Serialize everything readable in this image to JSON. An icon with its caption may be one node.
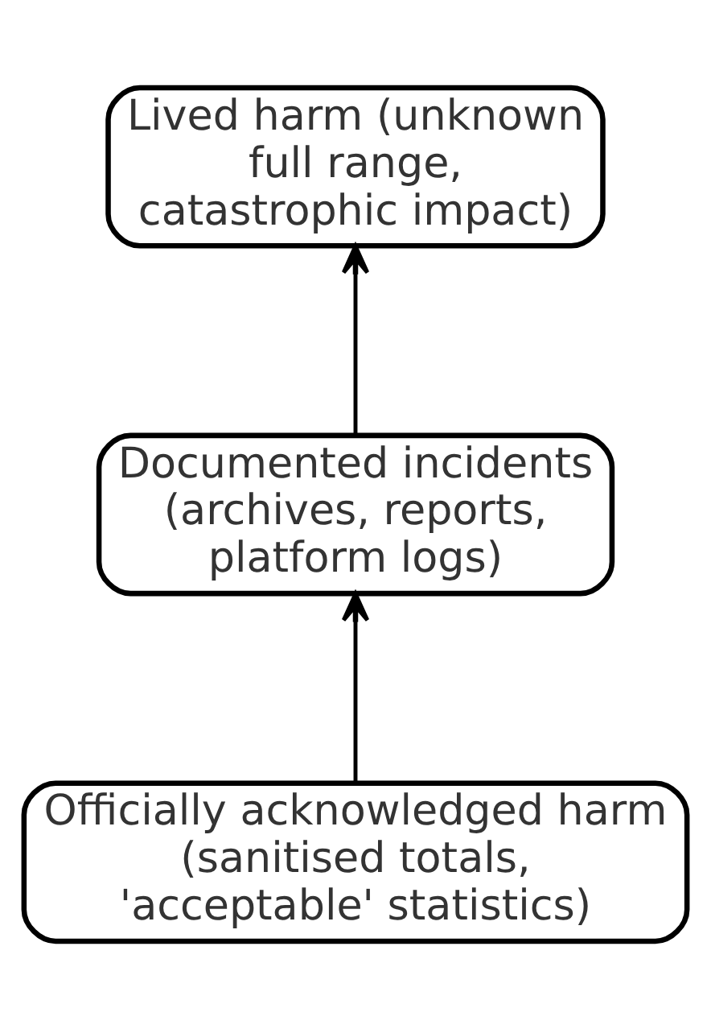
{
  "diagram": {
    "nodes": [
      {
        "text": [
          "Lived harm (unknown full range, catastrophic impact)"
        ]
      },
      {
        "text": [
          "Documented incidents (archives, reports, platform logs)"
        ]
      },
      {
        "text": [
          "Officially acknowledged harm (sanitised totals, 'acceptable' statistics)"
        ]
      }
    ],
    "edges": [
      {
        "from": 2,
        "to": 1,
        "arrow": "to"
      },
      {
        "from": 1,
        "to": 0,
        "arrow": "to"
      }
    ]
  }
}
